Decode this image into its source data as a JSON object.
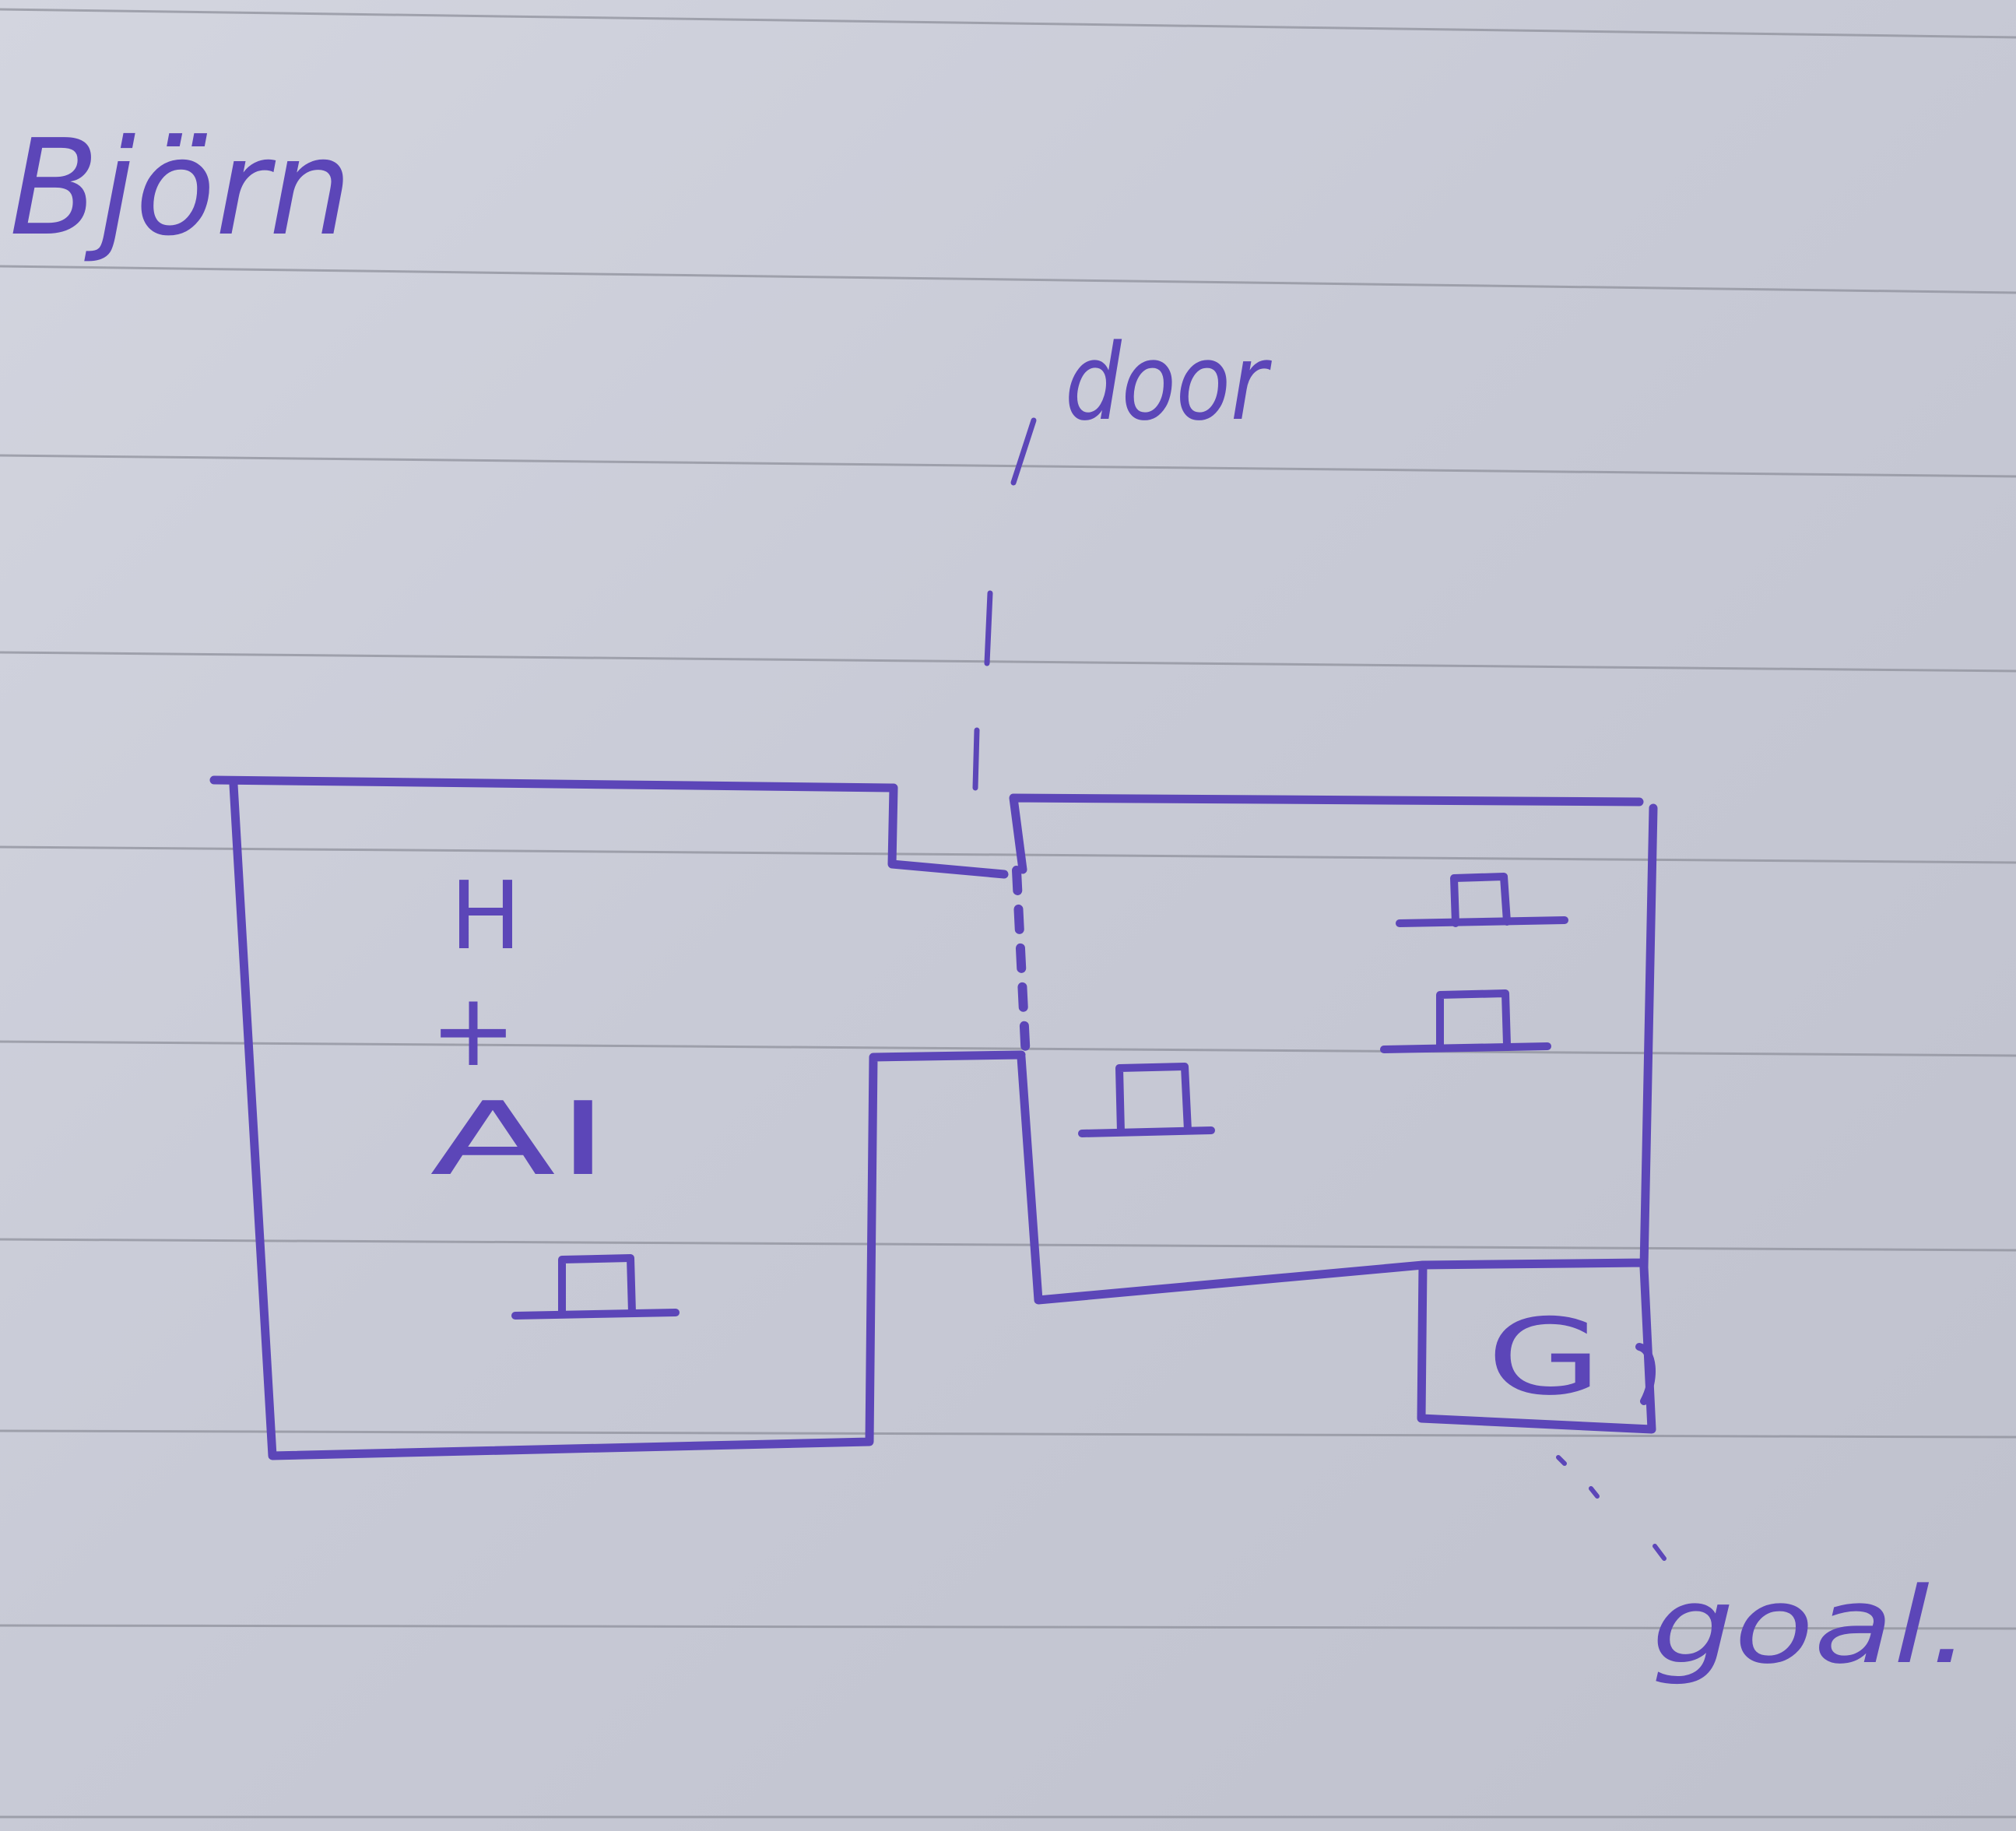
{
  "note": {
    "author": "Björn",
    "door_label": "door",
    "goal_label": "goal.",
    "human_marker": "H",
    "plus_marker": "+",
    "ai_marker": "AI",
    "goal_marker": "G"
  },
  "colors": {
    "ink": "#5c46b8",
    "paper": "#ccced9",
    "rule_line": "#8f919c"
  }
}
